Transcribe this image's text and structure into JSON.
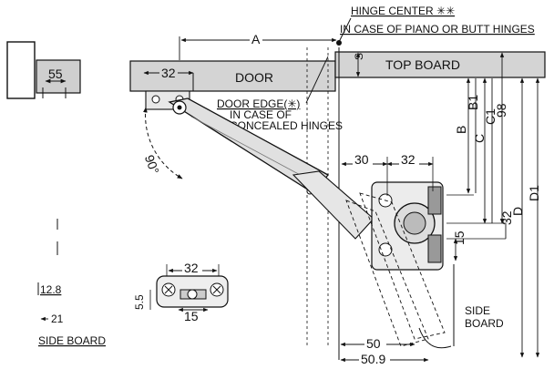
{
  "diagram": {
    "hinge_center": "HINGE CENTER ✳✳",
    "hinge_note": "IN CASE OF PIANO OR BUTT HINGES",
    "door": "DOOR",
    "top_board": "TOP BOARD",
    "door_edge": "DOOR EDGE(✳)",
    "door_edge_note1": "IN CASE OF",
    "door_edge_note2": "CONCEALED HINGES",
    "side_board_right_1": "SIDE",
    "side_board_right_2": "BOARD",
    "side_board_left": "SIDE BOARD",
    "dims": {
      "A": "A",
      "S": "S",
      "d55": "55",
      "d32_top": "32",
      "d90": "90°",
      "d30": "30",
      "d32_right": "32",
      "B": "B",
      "B1": "B1",
      "C": "C",
      "C1": "C1",
      "d98": "98",
      "D": "D",
      "D1": "D1",
      "d32_vert": "32",
      "d15_vert": "15",
      "d32_bottom": "32",
      "d15_bottom": "15",
      "d5_5": "5.5",
      "d12_8": "12.8",
      "d21": "21",
      "d50": "50",
      "d50_9": "50.9"
    }
  }
}
